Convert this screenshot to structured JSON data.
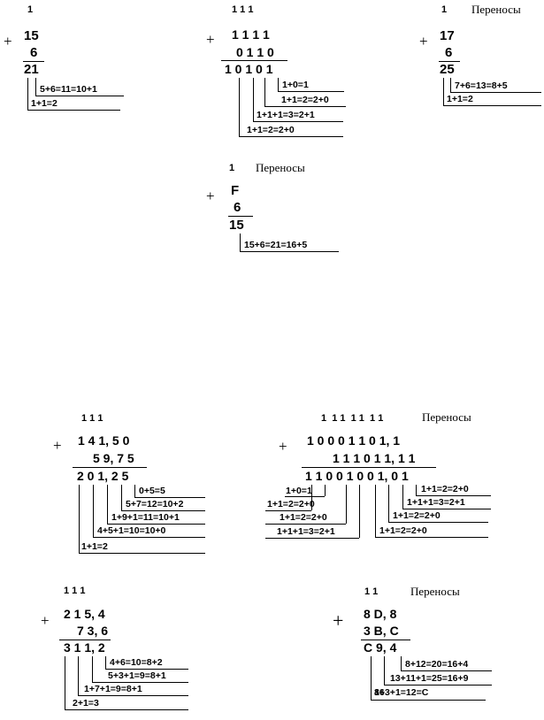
{
  "label_carries": "Переносы",
  "ex1": {
    "carry": "1",
    "a": "15",
    "b": "6",
    "sum": "21",
    "n1": "5+6=11=10+1",
    "n2": "1+1=2"
  },
  "ex2": {
    "carry": "1 1 1",
    "a": "1 1 1 1",
    "b": "0 1 1 0",
    "sum": "1 0 1 0 1",
    "n1": "1+0=1",
    "n2": "1+1=2=2+0",
    "n3": "1+1+1=3=2+1",
    "n4": "1+1=2=2+0"
  },
  "ex3": {
    "carry": "1",
    "a": "17",
    "b": "6",
    "sum": "25",
    "n1": "7+6=13=8+5",
    "n2": "1+1=2"
  },
  "ex4": {
    "carry": "1",
    "a": "F",
    "b": "6",
    "sum": "15",
    "n1": "15+6=21=16+5"
  },
  "ex5": {
    "carry": "1 1 1",
    "a": "1 4 1, 5 0",
    "b": "5 9, 7 5",
    "sum": "2 0 1, 2 5",
    "n1": "0+5=5",
    "n2": "5+7=12=10+2",
    "n3": "1+9+1=11=10+1",
    "n4": "4+5+1=10=10+0",
    "n5": "1+1=2"
  },
  "ex6": {
    "carry": "1  1 1  1 1  1 1",
    "a": "1 0 0 0 1 1 0 1, 1",
    "b": "1 1 1 0 1 1, 1 1",
    "sum": "1 1 0 0 1 0 0 1, 0 1",
    "r1": "1+1=2=2+0",
    "r2": "1+1+1=3=2+1",
    "r3": "1+1=2=2+0",
    "r4": "1+1=2=2+0",
    "l1": "1+0=1",
    "l2": "1+1=2=2+0",
    "l3": "1+1=2=2+0",
    "l4": "1+1+1=3=2+1"
  },
  "ex7": {
    "carry": "1 1 1",
    "a": "2 1 5, 4",
    "b": "7 3, 6",
    "sum": "3 1 1, 2",
    "n1": "4+6=10=8+2",
    "n2": "5+3+1=9=8+1",
    "n3": "1+7+1=9=8+1",
    "n4": "2+1=3"
  },
  "ex8": {
    "carry": "1 1",
    "a": "8 D, 8",
    "b": "3 B, C",
    "sum": "C 9, 4",
    "n1": "8+12=20=16+4",
    "n2": "13+11+1=25=16+9",
    "n3": "8+3+1=12=C",
    "n3_sub": "16"
  }
}
